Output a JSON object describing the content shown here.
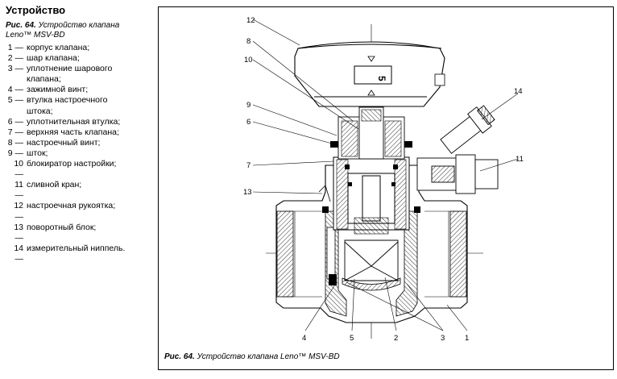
{
  "heading": "Устройство",
  "side_caption": {
    "fig_label": "Рис. 64.",
    "title_line1": "Устройство клапана",
    "title_line2": "Leno™ MSV-BD"
  },
  "legend": [
    {
      "num": "1 —",
      "text": "корпус клапана;"
    },
    {
      "num": "2 —",
      "text": "шар клапана;"
    },
    {
      "num": "3 —",
      "text": "уплотнение шарового клапана;"
    },
    {
      "num": "4 —",
      "text": "зажимной винт;"
    },
    {
      "num": "5 —",
      "text": "втулка настроечного штока;"
    },
    {
      "num": "6 —",
      "text": "уплотнительная втулка;"
    },
    {
      "num": "7 —",
      "text": "верхняя часть клапана;"
    },
    {
      "num": "8 —",
      "text": "настроечный винт;"
    },
    {
      "num": "9 —",
      "text": "шток;"
    },
    {
      "num": "10 —",
      "text": "блокиратор настройки;"
    },
    {
      "num": "11 —",
      "text": "сливной кран;"
    },
    {
      "num": "12 —",
      "text": "настроечная рукоятка;"
    },
    {
      "num": "13 —",
      "text": "поворотный блок;"
    },
    {
      "num": "14 —",
      "text": "измерительный ниппель."
    }
  ],
  "figure": {
    "callouts": [
      "12",
      "8",
      "10",
      "9",
      "6",
      "7",
      "13",
      "14",
      "11",
      "4",
      "5",
      "2",
      "3",
      "1"
    ],
    "dial_digit": "5",
    "caption_label": "Рис. 64.",
    "caption_text": "Устройство клапана Leno™ MSV-BD"
  }
}
